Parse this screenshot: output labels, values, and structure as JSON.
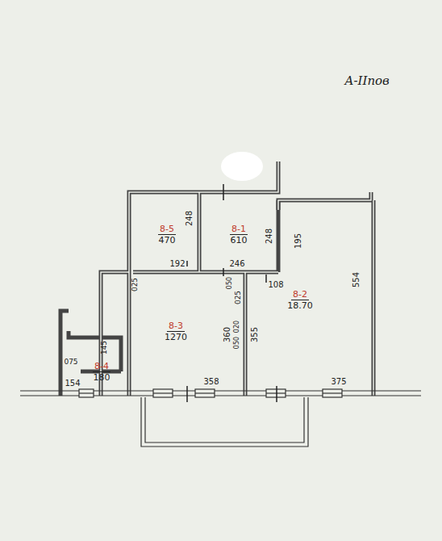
{
  "diagram": {
    "nodes": [
      {
        "text": [
          "8-5",
          "470"
        ]
      },
      {
        "text": [
          "8-1",
          "610"
        ]
      },
      {
        "text": [
          "8-3",
          "1270"
        ]
      },
      {
        "text": [
          "8-2",
          "18.70"
        ]
      },
      {
        "text": [
          "8-4",
          "180"
        ]
      }
    ],
    "labels": [
      "А-ІІпов",
      "248",
      "192",
      "248",
      "246",
      "195",
      "554",
      "108",
      "025",
      "050",
      "025",
      "360",
      "020",
      "050",
      "355",
      "358",
      "375",
      "075",
      "145",
      "154"
    ]
  }
}
